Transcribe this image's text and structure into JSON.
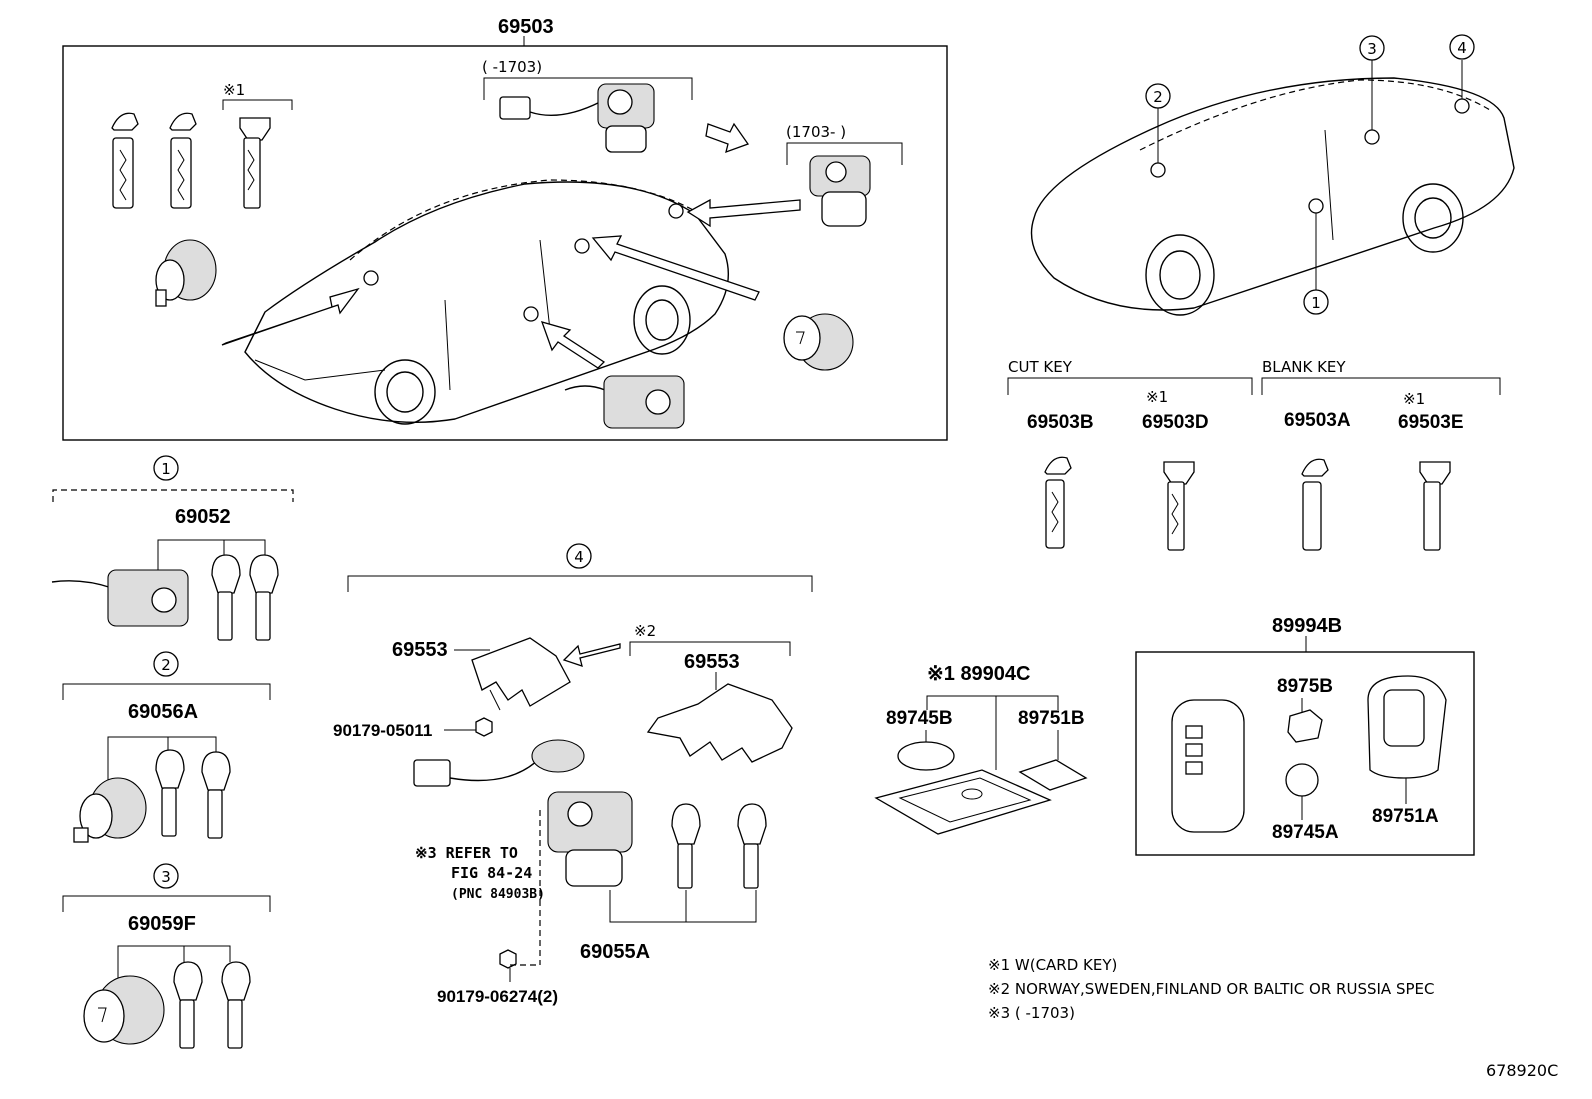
{
  "diagram_id": "678920C",
  "main_group": "69503",
  "date_before": "(        -1703)",
  "date_after": "(1703-        )",
  "note_mark_1": "※1",
  "note_mark_2": "※2",
  "circles": [
    "1",
    "2",
    "3",
    "4"
  ],
  "cut_key": {
    "header": "CUT KEY",
    "parts": [
      "69503B",
      "69503D"
    ]
  },
  "blank_key": {
    "header": "BLANK KEY",
    "parts": [
      "69503A",
      "69503E"
    ]
  },
  "groups": {
    "g1": "69052",
    "g2": "69056A",
    "g3": "69059F",
    "g4": {
      "cover_left": "69553",
      "cover_right": "69553",
      "bolt": "90179-05011",
      "ref_1": "※3 REFER TO",
      "ref_2": "FIG 84-24",
      "ref_3": "(PNC 84903B)",
      "cylinder": "69055A",
      "screw": "90179-06274(2)"
    }
  },
  "card_key": {
    "label": "※1 89904C",
    "battery": "89745B",
    "sheet": "89751B"
  },
  "remote": {
    "label": "89994B",
    "cover": "8975B",
    "battery": "89745A",
    "case": "89751A"
  },
  "legend": [
    "※1 W(CARD KEY)",
    "※2 NORWAY,SWEDEN,FINLAND OR BALTIC OR RUSSIA SPEC",
    "※3 (        -1703)"
  ]
}
